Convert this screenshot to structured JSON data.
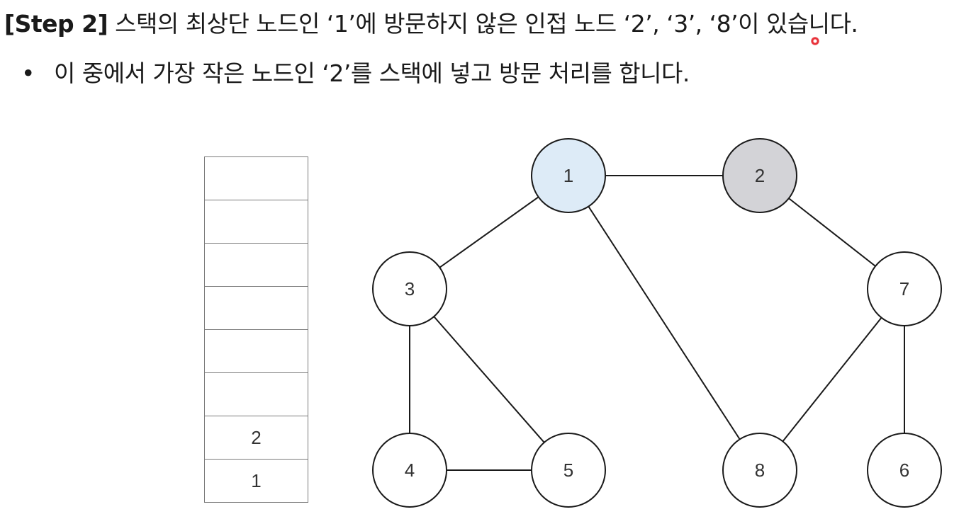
{
  "heading": {
    "step": "[Step 2]",
    "text_before_cursor": " 스택의 최상단 노드인 ‘1’에 방문하지 않은 인접 노드 ‘2’, ‘3’, ‘",
    "cursor_char": "8",
    "text_after_cursor": "’이 있습니다."
  },
  "bullet": {
    "symbol": "•",
    "text": "이 중에서 가장 작은 노드인 ‘2’를 스택에 넣고 방문 처리를 합니다."
  },
  "stack": {
    "cells": [
      "",
      "",
      "",
      "",
      "",
      "",
      "2",
      "1"
    ]
  },
  "graph": {
    "nodes": [
      {
        "id": "1",
        "label": "1",
        "state": "current"
      },
      {
        "id": "2",
        "label": "2",
        "state": "visited"
      },
      {
        "id": "3",
        "label": "3",
        "state": "unvisited"
      },
      {
        "id": "4",
        "label": "4",
        "state": "unvisited"
      },
      {
        "id": "5",
        "label": "5",
        "state": "unvisited"
      },
      {
        "id": "6",
        "label": "6",
        "state": "unvisited"
      },
      {
        "id": "7",
        "label": "7",
        "state": "unvisited"
      },
      {
        "id": "8",
        "label": "8",
        "state": "unvisited"
      }
    ],
    "edges": [
      [
        "1",
        "2"
      ],
      [
        "1",
        "3"
      ],
      [
        "1",
        "8"
      ],
      [
        "2",
        "7"
      ],
      [
        "3",
        "4"
      ],
      [
        "3",
        "5"
      ],
      [
        "4",
        "5"
      ],
      [
        "7",
        "8"
      ],
      [
        "7",
        "6"
      ]
    ],
    "colors": {
      "current": "#ddebf7",
      "visited": "#d3d3d7",
      "unvisited": "#ffffff",
      "stroke": "#1a1a1a"
    }
  },
  "cursor": {
    "icon": "pointer-dot-icon",
    "color": "#e8323a"
  }
}
